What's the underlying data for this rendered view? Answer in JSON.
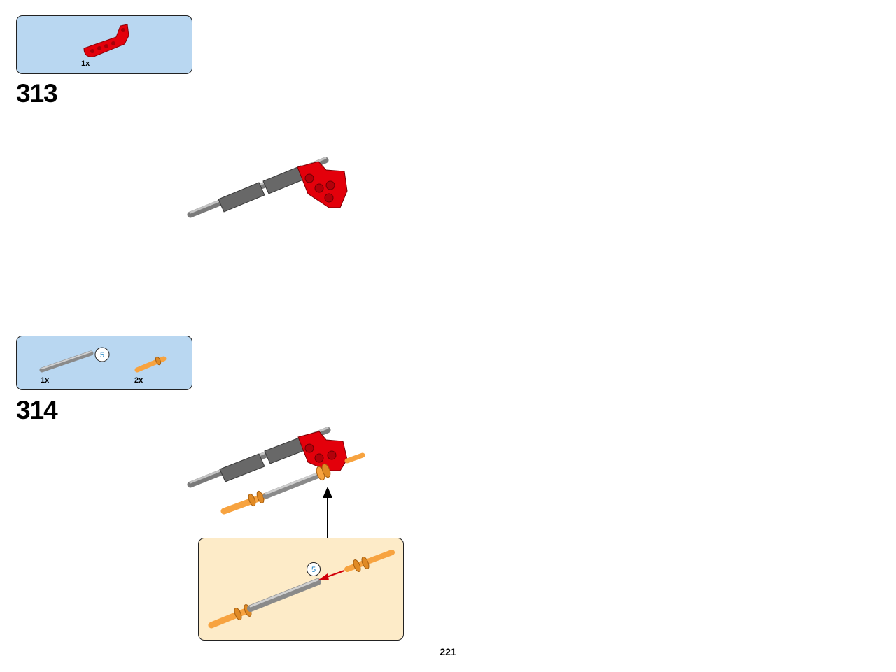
{
  "steps": [
    {
      "number": "313",
      "parts": [
        {
          "name": "red-angled-beam",
          "quantity": "1x"
        }
      ]
    },
    {
      "number": "314",
      "parts": [
        {
          "name": "grey-axle",
          "quantity": "1x",
          "length": "5"
        },
        {
          "name": "orange-axle-pin",
          "quantity": "2x"
        }
      ],
      "subassembly": {
        "axle_length": "5"
      }
    }
  ],
  "page_number": "221",
  "colors": {
    "parts_box": "#b9d7f1",
    "subassembly_box": "#fdebc8",
    "red_part": "#e3000b",
    "orange_part": "#f7a340",
    "grey_axle": "#9a9a9a",
    "dark_grey": "#6b6b6b"
  }
}
